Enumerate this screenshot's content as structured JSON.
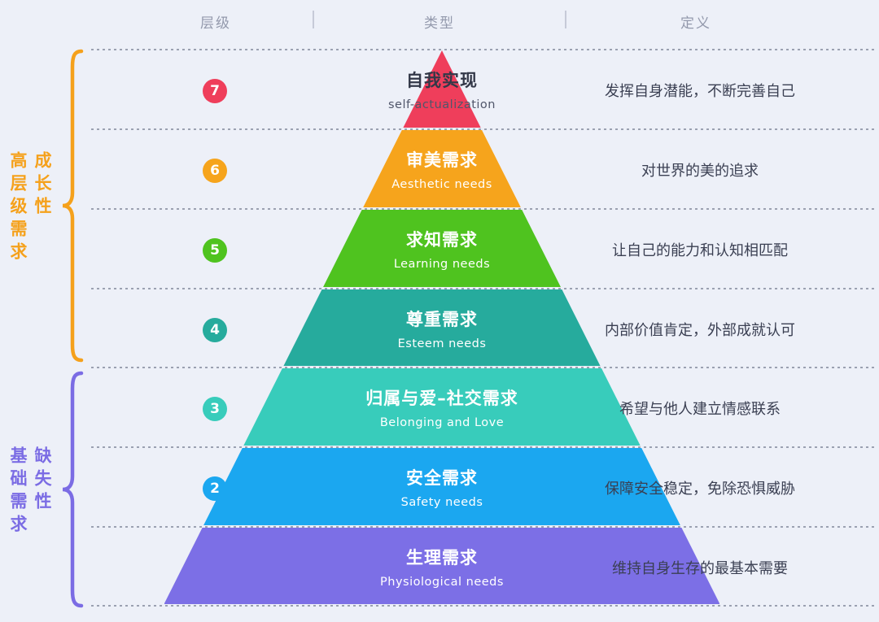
{
  "colors": {
    "background": "#EDF0F8",
    "dash_line": "#9BA1B1",
    "header_text": "#9399AC",
    "definition_text": "#3A3F52",
    "level7_title_text": "#333848",
    "level7_subtitle_text": "#50566A",
    "level_text": "#FFFFFF",
    "growth_accent": "#F5A11C",
    "basic_accent": "#7B6CE4"
  },
  "header": {
    "col_level": "层级",
    "col_type": "类型",
    "col_definition": "定义"
  },
  "side_groups": [
    {
      "id": "growth",
      "color": "#F5A11C",
      "labels": [
        "高层级需求",
        "成长性"
      ]
    },
    {
      "id": "basic",
      "color": "#7B6CE4",
      "labels": [
        "基础需求",
        "缺失性"
      ]
    }
  ],
  "levels": [
    {
      "number": "7",
      "title": "自我实现",
      "subtitle": "self-actualization",
      "definition": "发挥自身潜能，不断完善自己",
      "color": "#EF3E5B",
      "badge_visible": true,
      "dark_text": true
    },
    {
      "number": "6",
      "title": "审美需求",
      "subtitle": "Aesthetic needs",
      "definition": "对世界的美的追求",
      "color": "#F6A41C",
      "badge_visible": true
    },
    {
      "number": "5",
      "title": "求知需求",
      "subtitle": "Learning needs",
      "definition": "让自己的能力和认知相匹配",
      "color": "#4FC31F",
      "badge_visible": true
    },
    {
      "number": "4",
      "title": "尊重需求",
      "subtitle": "Esteem needs",
      "definition": "内部价值肯定，外部成就认可",
      "color": "#26AB9D",
      "badge_visible": true
    },
    {
      "number": "3",
      "title": "归属与爱–社交需求",
      "subtitle": "Belonging and Love",
      "definition": "希望与他人建立情感联系",
      "color": "#38CCBB",
      "badge_visible": true
    },
    {
      "number": "2",
      "title": "安全需求",
      "subtitle": "Safety needs",
      "definition": "保障安全稳定，免除恐惧威胁",
      "color": "#1BA7F0",
      "badge_visible": true
    },
    {
      "number": "",
      "title": "生理需求",
      "subtitle": "Physiological needs",
      "definition": "维持自身生存的最基本需要",
      "color": "#7C6FE6",
      "badge_visible": false
    }
  ]
}
